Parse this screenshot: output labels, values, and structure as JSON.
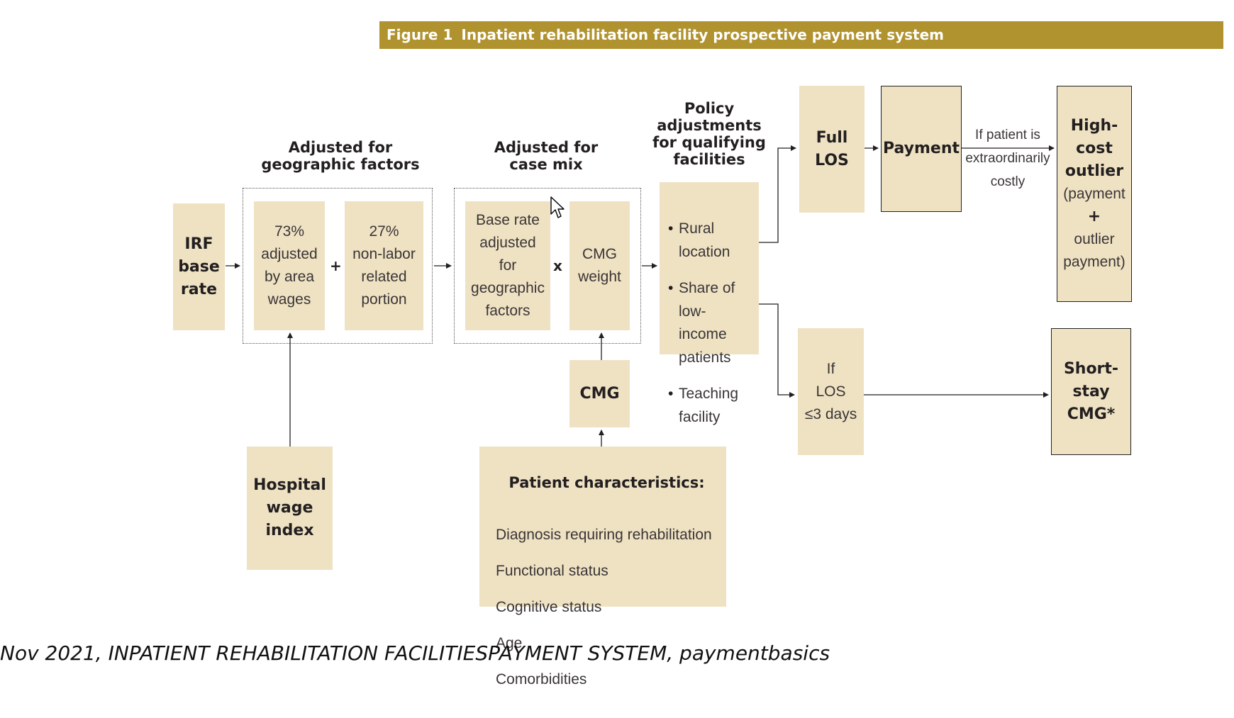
{
  "figure": {
    "label": "Figure 1",
    "title": "Inpatient rehabilitation facility prospective payment system"
  },
  "headers": {
    "geographic": "Adjusted for\ngeographic factors",
    "case_mix": "Adjusted for\ncase mix",
    "policy": "Policy\nadjustments\nfor qualifying\nfacilities"
  },
  "boxes": {
    "irf_base_rate": "IRF\nbase\nrate",
    "wages_share": "73%\nadjusted\nby area\nwages",
    "nonlabor_share": "27%\nnon-labor\nrelated\nportion",
    "base_rate_adjusted": "Base rate\nadjusted\nfor\ngeographic\nfactors",
    "cmg_weight": "CMG\nweight",
    "cmg": "CMG",
    "hospital_wage_index": "Hospital\nwage\nindex",
    "full_los": "Full\nLOS",
    "payment": "Payment",
    "short_los": "If\nLOS\n≤3 days",
    "short_stay": "Short-\nstay\nCMG*"
  },
  "high_cost": {
    "title": "High-\ncost\noutlier",
    "detail_1": "(payment",
    "plus": "+",
    "detail_2": "outlier\npayment)"
  },
  "operators": {
    "plus": "+",
    "times": "x"
  },
  "policy_items": [
    "Rural\nlocation",
    "Share of\nlow-income\npatients",
    "Teaching\nfacility"
  ],
  "patient": {
    "title": "Patient characteristics:",
    "items": [
      "Diagnosis requiring rehabilitation",
      "Functional status",
      "Cognitive status",
      "Age",
      "Comorbidities"
    ]
  },
  "condition_label": "If patient is\nextraordinarily\ncostly",
  "caption": "Nov 2021, INPATIENT REHABILITATION FACILITIESPAYMENT SYSTEM, paymentbasics",
  "colors": {
    "banner": "#b0922e",
    "box_fill": "#efe2c3",
    "text": "#231f20"
  }
}
